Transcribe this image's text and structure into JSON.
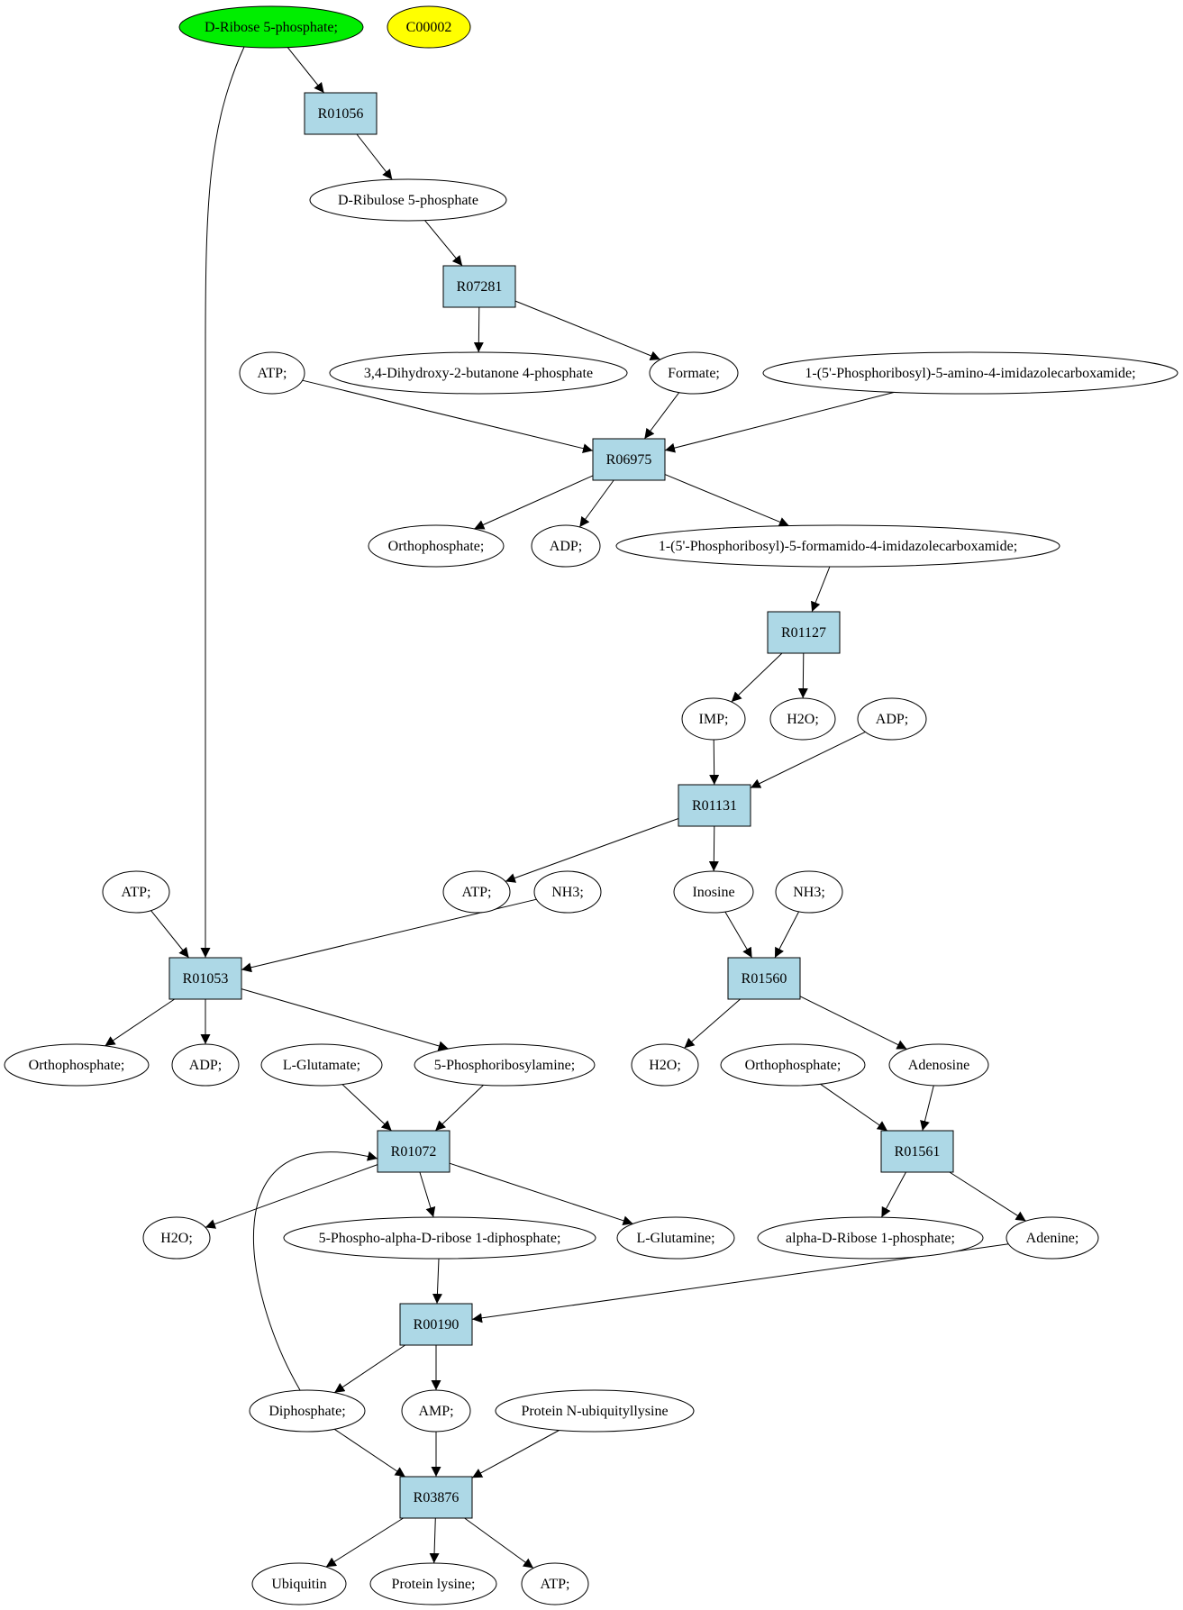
{
  "diagram": {
    "type": "reaction-pathway-graph",
    "colors": {
      "start_compound": "#00ee00",
      "query_compound": "#ffff00",
      "reaction": "#add8e6",
      "compound": "#ffffff",
      "stroke": "#000000"
    },
    "nodes": [
      {
        "id": "n1",
        "label": "D-Ribose 5-phosphate;",
        "kind": "compound",
        "role": "start"
      },
      {
        "id": "n2",
        "label": "C00002",
        "kind": "compound",
        "role": "query"
      },
      {
        "id": "r1",
        "label": "R01056",
        "kind": "reaction"
      },
      {
        "id": "n3",
        "label": "D-Ribulose 5-phosphate",
        "kind": "compound"
      },
      {
        "id": "r2",
        "label": "R07281",
        "kind": "reaction"
      },
      {
        "id": "n4",
        "label": "ATP;",
        "kind": "compound"
      },
      {
        "id": "n5",
        "label": "3,4-Dihydroxy-2-butanone 4-phosphate",
        "kind": "compound"
      },
      {
        "id": "n6",
        "label": "Formate;",
        "kind": "compound"
      },
      {
        "id": "n7",
        "label": "1-(5'-Phosphoribosyl)-5-amino-4-imidazolecarboxamide;",
        "kind": "compound"
      },
      {
        "id": "r3",
        "label": "R06975",
        "kind": "reaction"
      },
      {
        "id": "n8",
        "label": "Orthophosphate;",
        "kind": "compound"
      },
      {
        "id": "n9",
        "label": "ADP;",
        "kind": "compound"
      },
      {
        "id": "n10",
        "label": "1-(5'-Phosphoribosyl)-5-formamido-4-imidazolecarboxamide;",
        "kind": "compound"
      },
      {
        "id": "r4",
        "label": "R01127",
        "kind": "reaction"
      },
      {
        "id": "n11",
        "label": "IMP;",
        "kind": "compound"
      },
      {
        "id": "n12",
        "label": "H2O;",
        "kind": "compound"
      },
      {
        "id": "n13",
        "label": "ADP;",
        "kind": "compound"
      },
      {
        "id": "r5",
        "label": "R01131",
        "kind": "reaction"
      },
      {
        "id": "n14",
        "label": "ATP;",
        "kind": "compound"
      },
      {
        "id": "n15",
        "label": "ATP;",
        "kind": "compound"
      },
      {
        "id": "n16",
        "label": "NH3;",
        "kind": "compound"
      },
      {
        "id": "n17",
        "label": "Inosine",
        "kind": "compound"
      },
      {
        "id": "n18",
        "label": "NH3;",
        "kind": "compound"
      },
      {
        "id": "r6",
        "label": "R01053",
        "kind": "reaction"
      },
      {
        "id": "r7",
        "label": "R01560",
        "kind": "reaction"
      },
      {
        "id": "n19",
        "label": "Orthophosphate;",
        "kind": "compound"
      },
      {
        "id": "n20",
        "label": "ADP;",
        "kind": "compound"
      },
      {
        "id": "n21",
        "label": "L-Glutamate;",
        "kind": "compound"
      },
      {
        "id": "n22",
        "label": "5-Phosphoribosylamine;",
        "kind": "compound"
      },
      {
        "id": "n23",
        "label": "H2O;",
        "kind": "compound"
      },
      {
        "id": "n24",
        "label": "Orthophosphate;",
        "kind": "compound"
      },
      {
        "id": "n25",
        "label": "Adenosine",
        "kind": "compound"
      },
      {
        "id": "r8",
        "label": "R01072",
        "kind": "reaction"
      },
      {
        "id": "r9",
        "label": "R01561",
        "kind": "reaction"
      },
      {
        "id": "n26",
        "label": "H2O;",
        "kind": "compound"
      },
      {
        "id": "n27",
        "label": "5-Phospho-alpha-D-ribose 1-diphosphate;",
        "kind": "compound"
      },
      {
        "id": "n28",
        "label": "L-Glutamine;",
        "kind": "compound"
      },
      {
        "id": "n29",
        "label": "alpha-D-Ribose 1-phosphate;",
        "kind": "compound"
      },
      {
        "id": "n30",
        "label": "Adenine;",
        "kind": "compound"
      },
      {
        "id": "r10",
        "label": "R00190",
        "kind": "reaction"
      },
      {
        "id": "n31",
        "label": "Diphosphate;",
        "kind": "compound"
      },
      {
        "id": "n32",
        "label": "AMP;",
        "kind": "compound"
      },
      {
        "id": "n33",
        "label": "Protein N-ubiquityllysine",
        "kind": "compound"
      },
      {
        "id": "r11",
        "label": "R03876",
        "kind": "reaction"
      },
      {
        "id": "n34",
        "label": "Ubiquitin",
        "kind": "compound"
      },
      {
        "id": "n35",
        "label": "Protein lysine;",
        "kind": "compound"
      },
      {
        "id": "n36",
        "label": "ATP;",
        "kind": "compound"
      }
    ],
    "edges": [
      {
        "from": "n1",
        "to": "r1"
      },
      {
        "from": "n1",
        "to": "r6"
      },
      {
        "from": "r1",
        "to": "n3"
      },
      {
        "from": "n3",
        "to": "r2"
      },
      {
        "from": "r2",
        "to": "n5"
      },
      {
        "from": "r2",
        "to": "n6"
      },
      {
        "from": "n4",
        "to": "r3"
      },
      {
        "from": "n6",
        "to": "r3"
      },
      {
        "from": "n7",
        "to": "r3"
      },
      {
        "from": "r3",
        "to": "n8"
      },
      {
        "from": "r3",
        "to": "n9"
      },
      {
        "from": "r3",
        "to": "n10"
      },
      {
        "from": "n10",
        "to": "r4"
      },
      {
        "from": "r4",
        "to": "n11"
      },
      {
        "from": "r4",
        "to": "n12"
      },
      {
        "from": "n11",
        "to": "r5"
      },
      {
        "from": "n13",
        "to": "r5"
      },
      {
        "from": "r5",
        "to": "n15"
      },
      {
        "from": "r5",
        "to": "n17"
      },
      {
        "from": "n14",
        "to": "r6"
      },
      {
        "from": "n16",
        "to": "r6"
      },
      {
        "from": "n17",
        "to": "r7"
      },
      {
        "from": "n18",
        "to": "r7"
      },
      {
        "from": "r6",
        "to": "n19"
      },
      {
        "from": "r6",
        "to": "n20"
      },
      {
        "from": "r6",
        "to": "n22"
      },
      {
        "from": "r7",
        "to": "n23"
      },
      {
        "from": "r7",
        "to": "n25"
      },
      {
        "from": "n21",
        "to": "r8"
      },
      {
        "from": "n22",
        "to": "r8"
      },
      {
        "from": "n24",
        "to": "r9"
      },
      {
        "from": "n25",
        "to": "r9"
      },
      {
        "from": "r8",
        "to": "n26"
      },
      {
        "from": "r8",
        "to": "n27"
      },
      {
        "from": "r8",
        "to": "n28"
      },
      {
        "from": "r9",
        "to": "n29"
      },
      {
        "from": "r9",
        "to": "n30"
      },
      {
        "from": "n27",
        "to": "r10"
      },
      {
        "from": "n30",
        "to": "r10"
      },
      {
        "from": "r10",
        "to": "n31"
      },
      {
        "from": "r10",
        "to": "n32"
      },
      {
        "from": "n31",
        "to": "r8"
      },
      {
        "from": "n31",
        "to": "r11"
      },
      {
        "from": "n32",
        "to": "r11"
      },
      {
        "from": "n33",
        "to": "r11"
      },
      {
        "from": "r11",
        "to": "n34"
      },
      {
        "from": "r11",
        "to": "n35"
      },
      {
        "from": "r11",
        "to": "n36"
      }
    ]
  }
}
